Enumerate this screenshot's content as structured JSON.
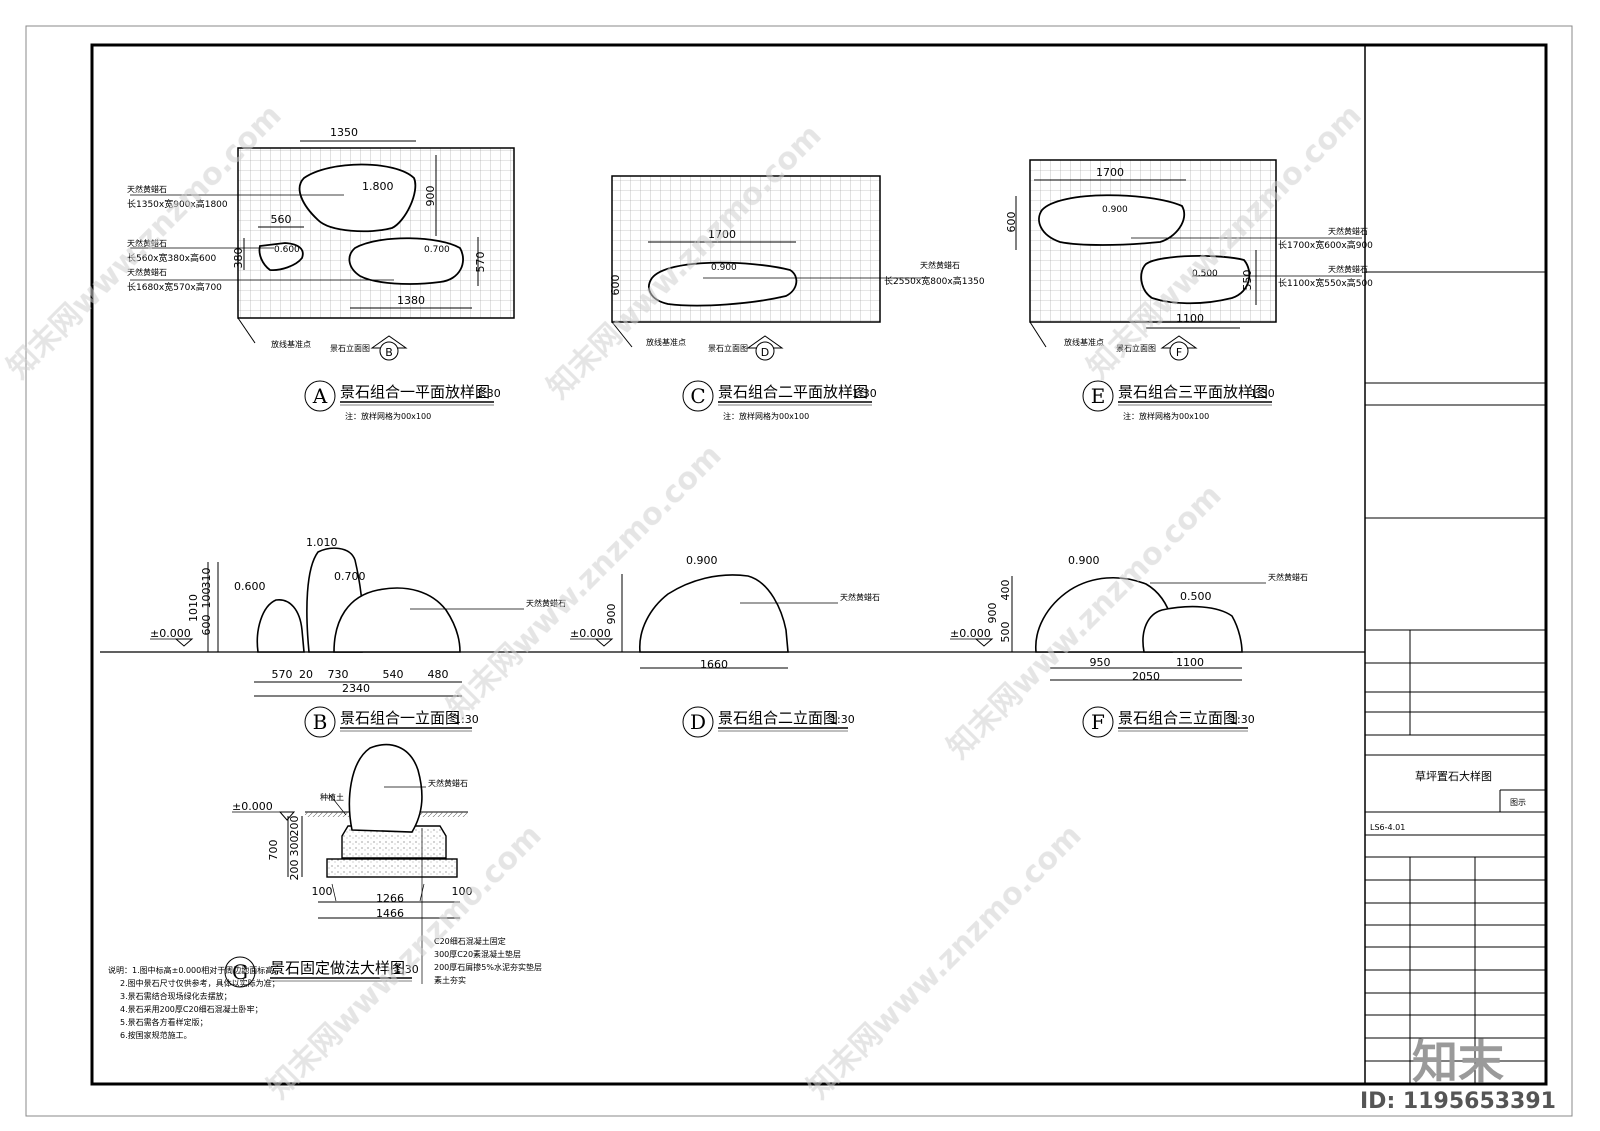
{
  "plans": [
    {
      "letter": "A",
      "title": "景石组合一平面放样图",
      "scale": "1:30",
      "note": "注：放样网格为00x100",
      "dims": [
        "1350",
        "560",
        "380",
        "900",
        "570",
        "1380"
      ],
      "elevs": [
        "1.800",
        "0.600",
        "0.700"
      ],
      "stones": [
        {
          "name": "天然黄蜡石",
          "size": "长1350x宽900x高1800"
        },
        {
          "name": "天然黄蜡石",
          "size": "长560x宽380x高600"
        },
        {
          "name": "天然黄蜡石",
          "size": "长1680x宽570x高700"
        }
      ],
      "ref": "放线基准点",
      "elev_label": "景石立面图",
      "ref_letter": "B"
    },
    {
      "letter": "C",
      "title": "景石组合二平面放样图",
      "scale": "1:30",
      "note": "注：放样网格为00x100",
      "dims": [
        "1700",
        "600"
      ],
      "elevs": [
        "0.900"
      ],
      "stones": [
        {
          "name": "天然黄蜡石",
          "size": "长2550x宽800x高1350"
        }
      ],
      "ref": "放线基准点",
      "elev_label": "景石立面图",
      "ref_letter": "D"
    },
    {
      "letter": "E",
      "title": "景石组合三平面放样图",
      "scale": "1:30",
      "note": "注：放样网格为00x100",
      "dims": [
        "1700",
        "600",
        "550",
        "1100"
      ],
      "elevs": [
        "0.900",
        "0.500"
      ],
      "stones": [
        {
          "name": "天然黄蜡石",
          "size": "长1700x宽600x高900"
        },
        {
          "name": "天然黄蜡石",
          "size": "长1100x宽550x高500"
        }
      ],
      "ref": "放线基准点",
      "elev_label": "景石立面图",
      "ref_letter": "F"
    }
  ],
  "elevations": [
    {
      "letter": "B",
      "title": "景石组合一立面图",
      "scale": "1:30",
      "ground": "±0.000",
      "elevs": [
        "1.010",
        "0.600",
        "0.700"
      ],
      "vert_dims": [
        "1010",
        "600",
        "100",
        "310"
      ],
      "horiz_dims": [
        "570",
        "20",
        "730",
        "540",
        "480"
      ],
      "total": "2340",
      "stone": "天然黄蜡石"
    },
    {
      "letter": "D",
      "title": "景石组合二立面图",
      "scale": "1:30",
      "ground": "±0.000",
      "elevs": [
        "0.900"
      ],
      "vert_dims": [
        "900"
      ],
      "horiz_dims": [
        "1660"
      ],
      "total": "",
      "stone": "天然黄蜡石"
    },
    {
      "letter": "F",
      "title": "景石组合三立面图",
      "scale": "1:30",
      "ground": "±0.000",
      "elevs": [
        "0.900",
        "0.500"
      ],
      "vert_dims": [
        "900",
        "400",
        "500"
      ],
      "horiz_dims": [
        "950",
        "1100"
      ],
      "total": "2050",
      "stone": "天然黄蜡石"
    }
  ],
  "detail": {
    "letter": "G",
    "title": "景石固定做法大样图",
    "scale": "1:30",
    "ground": "±0.000",
    "soil": "种植土",
    "stone": "天然黄蜡石",
    "vert_dims": [
      "700",
      "200",
      "300",
      "200"
    ],
    "horiz_dims": [
      "100",
      "1266",
      "100",
      "1466"
    ],
    "layers": [
      "C20细石混凝土固定",
      "300厚C20素混凝土垫层",
      "200厚石屑掺5%水泥夯实垫层",
      "素土夯实"
    ]
  },
  "notes": [
    "说明：1.图中标高±0.000相对于周边地面标高；",
    "2.图中景石尺寸仅供参考，具体以实际为准；",
    "3.景石需结合现场绿化去摆放；",
    "4.景石采用200厚C20细石混凝土卧牢；",
    "5.景石需各方看样定版；",
    "6.按国家规范施工。"
  ],
  "title_block": {
    "drawing_title": "草坪置石大样图",
    "label": "图示",
    "drawing_no": "LS6-4.01"
  },
  "watermark": {
    "text": "知末网www.znzmo.com",
    "logo": "知末",
    "id": "ID: 1195653391"
  }
}
